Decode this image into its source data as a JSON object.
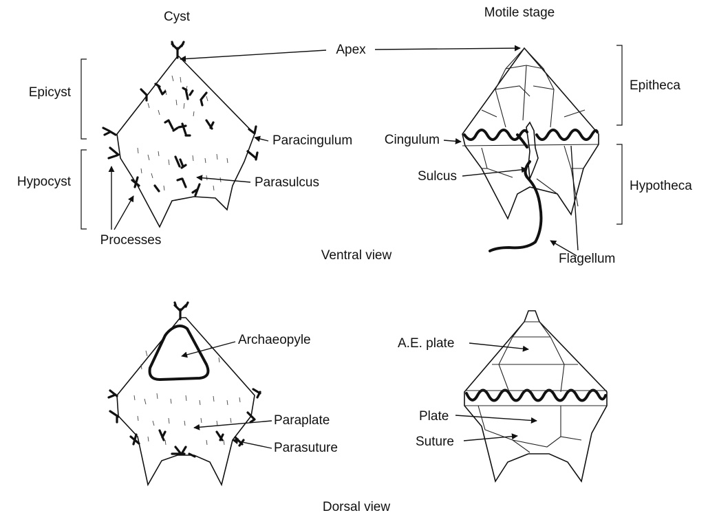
{
  "labels": {
    "cyst": "Cyst",
    "motile_stage": "Motile stage",
    "apex": "Apex",
    "epicyst": "Epicyst",
    "hypocyst": "Hypocyst",
    "processes": "Processes",
    "paracingulum": "Paracingulum",
    "cingulum": "Cingulum",
    "parasulcus": "Parasulcus",
    "sulcus": "Sulcus",
    "epitheca": "Epitheca",
    "hypotheca": "Hypotheca",
    "flagellum": "Flagellum",
    "ventral_view": "Ventral view",
    "archaeopyle": "Archaeopyle",
    "ae_plate": "A.E. plate",
    "paraplate": "Paraplate",
    "plate": "Plate",
    "parasuture": "Parasuture",
    "suture": "Suture",
    "dorsal_view": "Dorsal view"
  }
}
